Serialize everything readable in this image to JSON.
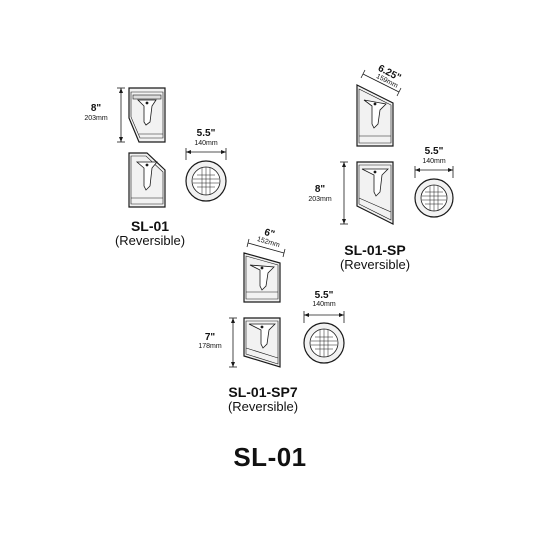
{
  "page_title": "SL-01",
  "groups": [
    {
      "model": "SL-01",
      "note": "(Reversible)",
      "height": {
        "in": "8\"",
        "mm": "203mm"
      },
      "round": {
        "in": "5.5\"",
        "mm": "140mm"
      }
    },
    {
      "model": "SL-01-SP",
      "note": "(Reversible)",
      "top": {
        "in": "6.25\"",
        "mm": "159mm"
      },
      "height": {
        "in": "8\"",
        "mm": "203mm"
      },
      "round": {
        "in": "5.5\"",
        "mm": "140mm"
      }
    },
    {
      "model": "SL-01-SP7",
      "note": "(Reversible)",
      "top": {
        "in": "6\"",
        "mm": "152mm"
      },
      "height": {
        "in": "7\"",
        "mm": "178mm"
      },
      "round": {
        "in": "5.5\"",
        "mm": "140mm"
      }
    }
  ],
  "colors": {
    "stroke": "#1a1a1a",
    "fill": "#f2f2f2",
    "panel": "#dcdcdc"
  }
}
